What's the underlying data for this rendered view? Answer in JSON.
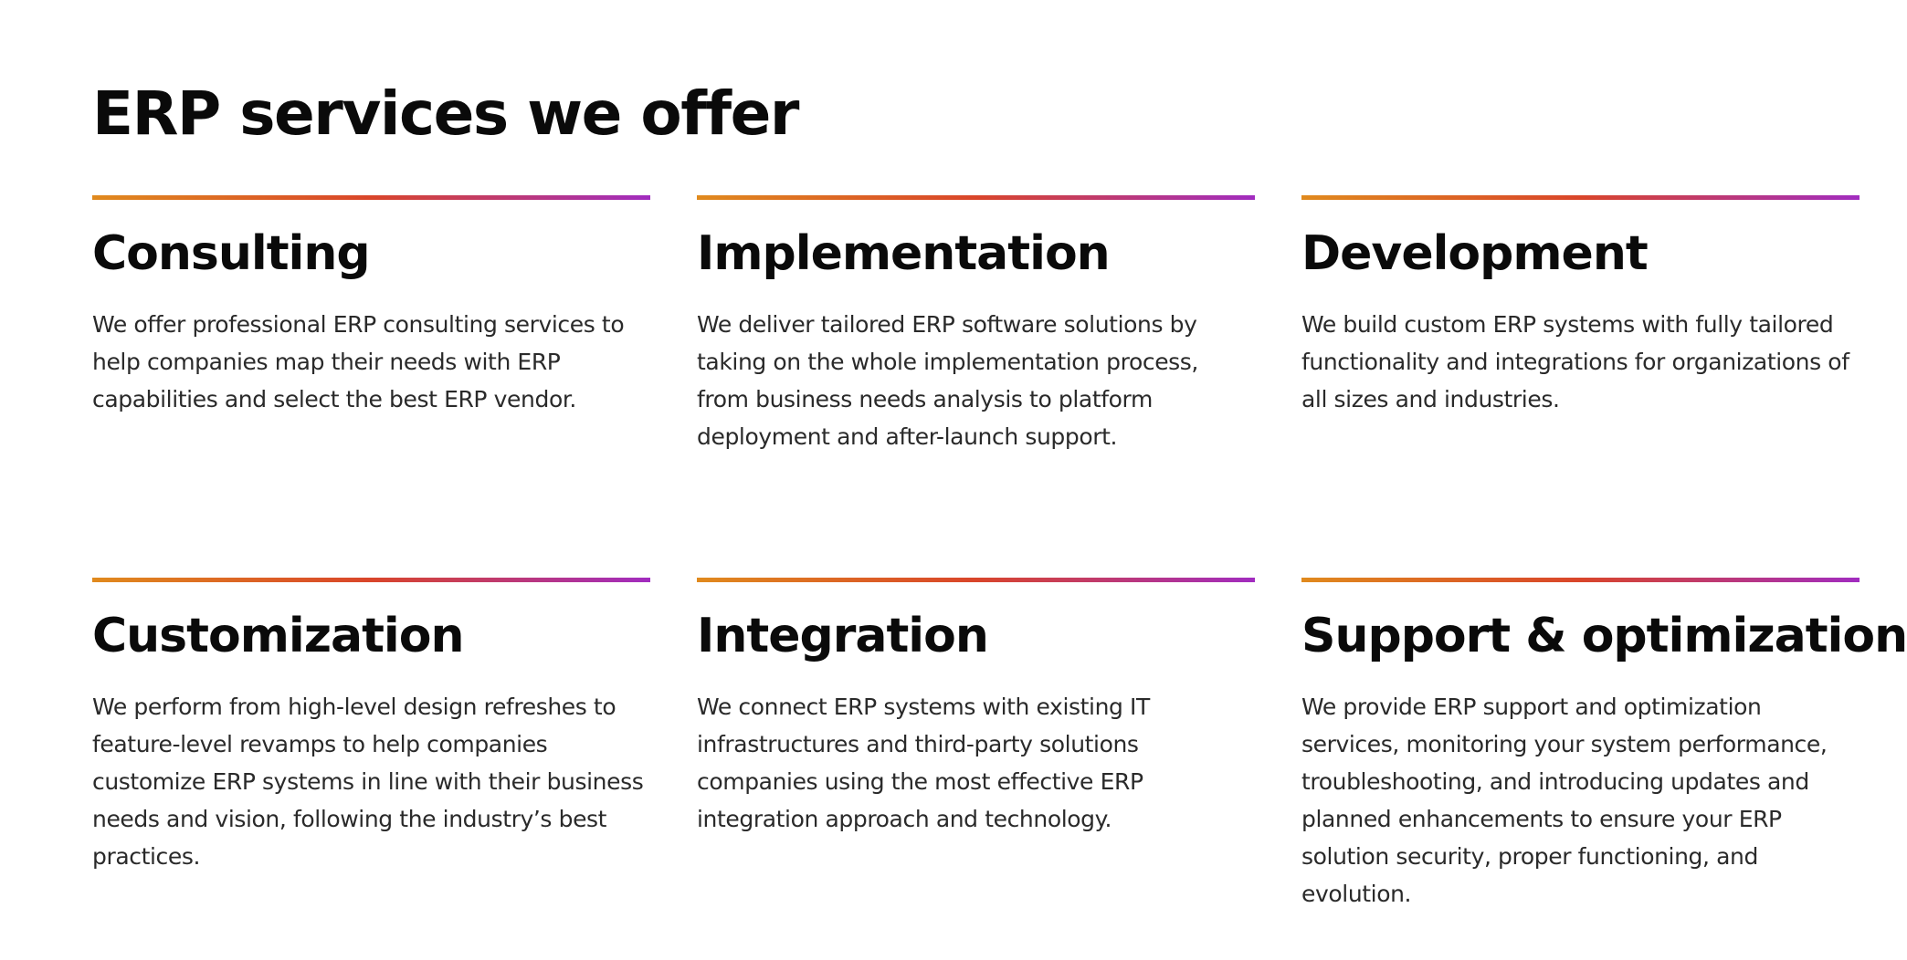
{
  "section": {
    "title": "ERP services we offer"
  },
  "services": [
    {
      "title": "Consulting",
      "description": "We offer professional ERP consulting services to help companies map their needs with ERP capabilities and select the best ERP vendor."
    },
    {
      "title": "Implementation",
      "description": "We deliver tailored ERP software solutions by taking on the whole implementation process, from business needs analysis to platform deployment and after-launch support."
    },
    {
      "title": "Development",
      "description": "We build custom ERP systems with fully tailored functionality and integrations for organizations of all sizes and industries."
    },
    {
      "title": "Customization",
      "description": "We perform from high-level design refreshes to feature-level revamps to help companies customize ERP systems in line with their business needs and vision, following the industry’s best practices."
    },
    {
      "title": "Integration",
      "description": "We connect ERP systems with existing IT infrastructures and third-party solutions companies using the most effective ERP integration approach and technology."
    },
    {
      "title": "Support & optimization",
      "description": "We provide ERP support and optimization services, monitoring your system performance, troubleshooting, and introducing updates and planned enhancements to ensure your ERP solution security, proper functioning, and evolution."
    }
  ],
  "colors": {
    "rule_gradient_start": "#e08a1e",
    "rule_gradient_mid": "#d9452a",
    "rule_gradient_end": "#a12cc0",
    "text": "#0a0a0a",
    "background": "#ffffff"
  }
}
